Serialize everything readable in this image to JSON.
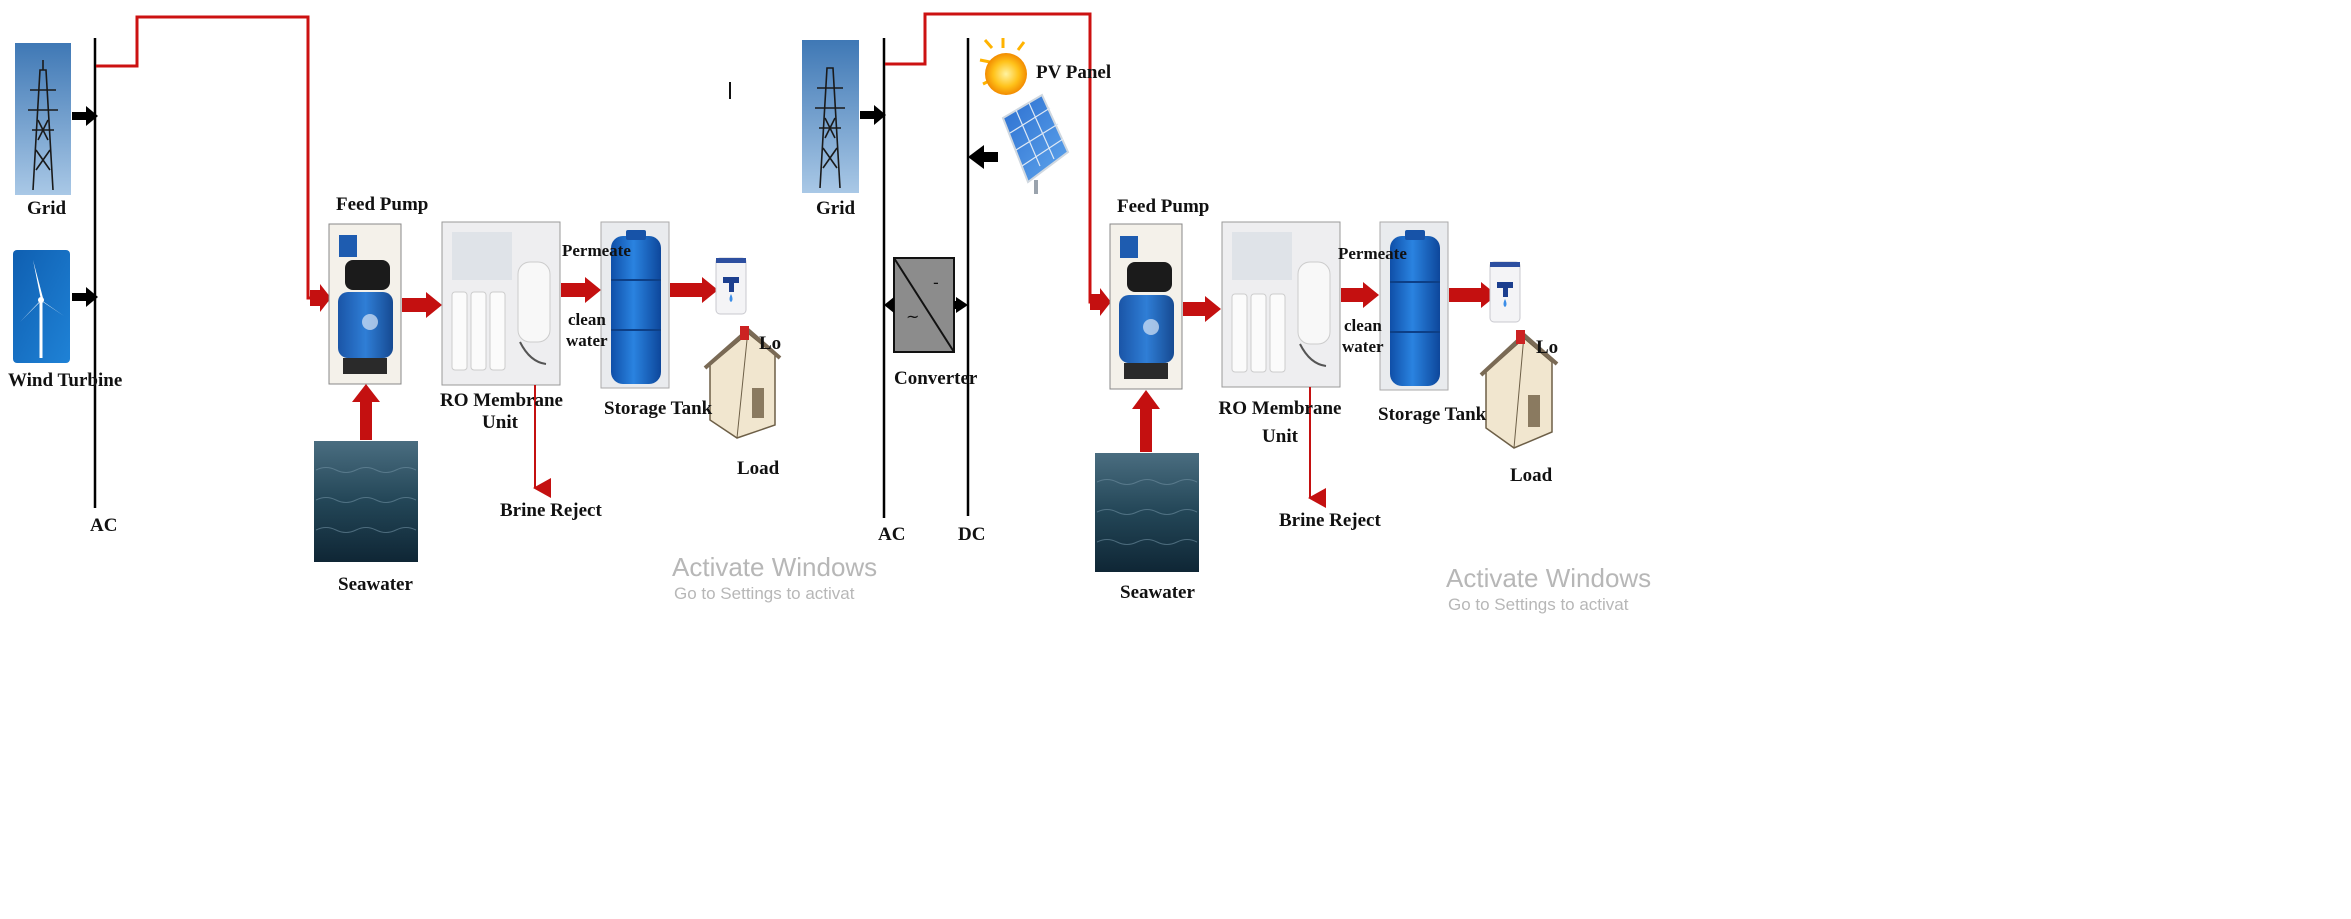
{
  "left_system": {
    "grid_label": "Grid",
    "wind_label": "Wind Turbine",
    "ac_label": "AC",
    "feed_pump_label": "Feed Pump",
    "seawater_label": "Seawater",
    "ro_label_line1": "RO Membrane",
    "ro_label_line2": "Unit",
    "permeate_label": "Permeate",
    "clean_label": "clean",
    "water_label": "water",
    "storage_label": "Storage Tank",
    "brine_label": "Brine Reject",
    "load_label": "Load",
    "lo_label": "Lo"
  },
  "right_system": {
    "grid_label": "Grid",
    "pv_label": "PV Panel",
    "converter_label": "Converter",
    "ac_label": "AC",
    "dc_label": "DC",
    "feed_pump_label": "Feed Pump",
    "seawater_label": "Seawater",
    "ro_label_line1": "RO Membrane",
    "ro_label_line2": "Unit",
    "permeate_label": "Permeate",
    "clean_label": "clean",
    "water_label": "water",
    "storage_label": "Storage Tank",
    "brine_label": "Brine Reject",
    "load_label": "Load",
    "lo_label": "Lo"
  },
  "watermark": {
    "line1": "Activate Windows",
    "line2": "Go to Settings to activat"
  },
  "colors": {
    "power_line": "#cc1111",
    "bus_line": "#000000",
    "water_arrow": "#c41010",
    "tank_blue": "#1b67c9",
    "sea_dark": "#1d3b4e"
  }
}
